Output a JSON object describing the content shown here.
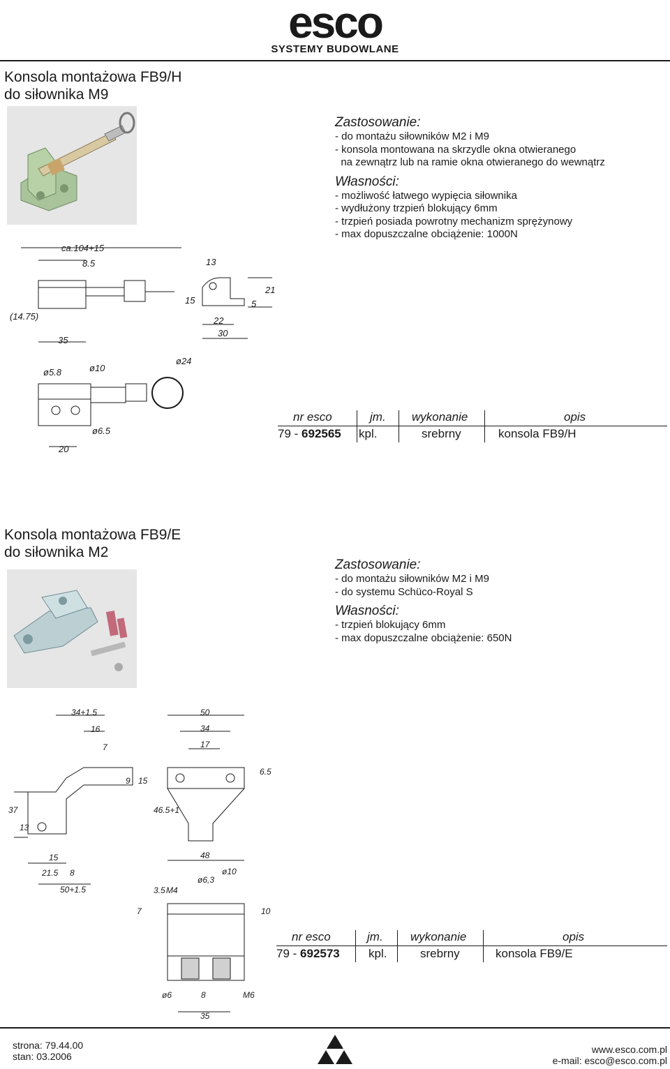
{
  "header": {
    "logo_word": "esco",
    "logo_sub": "SYSTEMY BUDOWLANE"
  },
  "products": [
    {
      "title_line1": "Konsola montażowa FB9/H",
      "title_line2": "do siłownika M9",
      "zastosowanie_label": "Zastosowanie:",
      "zastosowanie": [
        "- do montażu siłowników M2 i M9",
        "- konsola montowana na skrzydle okna otwieranego",
        "  na zewnątrz lub na ramie okna otwieranego do wewnątrz"
      ],
      "wlasnosci_label": "Własności:",
      "wlasnosci": [
        "- możliwość łatwego wypięcia siłownika",
        "- wydłużony trzpień blokujący 6mm",
        "- trzpień posiada powrotny mechanizm sprężynowy",
        "- max dopuszczalne obciążenie: 1000N"
      ],
      "table": {
        "headers": [
          "nr esco",
          "jm.",
          "wykonanie",
          "opis"
        ],
        "row": {
          "code_prefix": "79 - ",
          "code_bold": "692565",
          "unit": "kpl.",
          "finish": "srebrny",
          "desc": "konsola FB9/H"
        }
      },
      "dims": [
        "ca.104+15",
        "8.5",
        "13",
        "15",
        "21",
        "5",
        "(14.75)",
        "22",
        "30",
        "35",
        "ø5.8",
        "ø10",
        "ø24",
        "ø6.5",
        "20"
      ]
    },
    {
      "title_line1": "Konsola montażowa FB9/E",
      "title_line2": "do siłownika M2",
      "zastosowanie_label": "Zastosowanie:",
      "zastosowanie": [
        "- do montażu siłowników M2 i M9",
        "- do systemu Schüco-Royal S"
      ],
      "wlasnosci_label": "Własności:",
      "wlasnosci": [
        "- trzpień blokujący 6mm",
        "- max dopuszczalne obciążenie: 650N"
      ],
      "table": {
        "headers": [
          "nr esco",
          "jm.",
          "wykonanie",
          "opis"
        ],
        "row": {
          "code_prefix": "79 - ",
          "code_bold": "692573",
          "unit": "kpl.",
          "finish": "srebrny",
          "desc": "konsola FB9/E"
        }
      },
      "dims": [
        "34+1.5",
        "16",
        "7",
        "9",
        "15",
        "37",
        "13",
        "15",
        "21.5",
        "8",
        "50+1.5",
        "50",
        "34",
        "17",
        "6.5",
        "46.5+1",
        "48",
        "ø6,3",
        "ø10",
        "3.5",
        "M4",
        "7",
        "10",
        "ø6",
        "8",
        "M6",
        "35"
      ]
    }
  ],
  "footer": {
    "strona": "strona: 79.44.00",
    "stan": "stan: 03.2006",
    "www": "www.esco.com.pl",
    "email": "e-mail: esco@esco.com.pl"
  }
}
